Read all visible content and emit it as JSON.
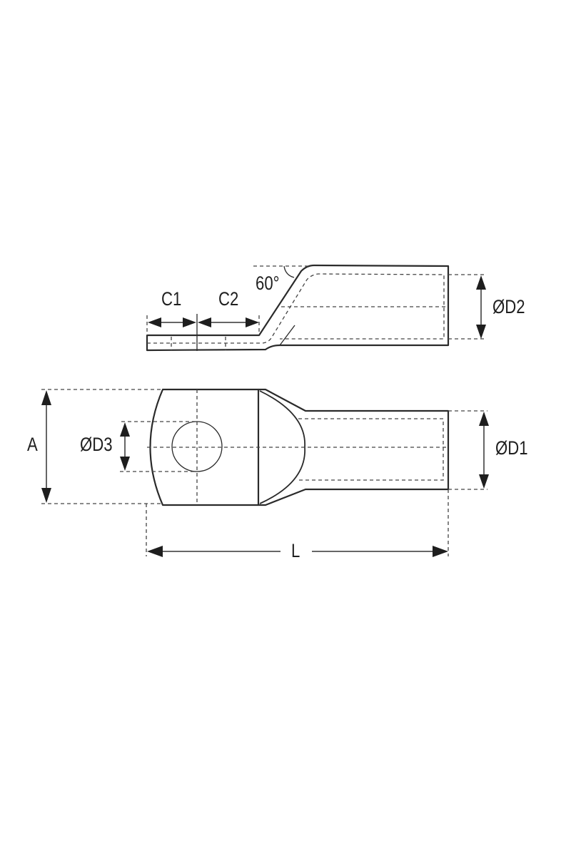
{
  "diagram": {
    "title": "Cable lug dimension drawing",
    "side_view": {
      "labels": {
        "c1": "C1",
        "c2": "C2",
        "angle": "60°",
        "d2": "ØD2"
      }
    },
    "top_view": {
      "labels": {
        "a": "A",
        "d3": "ØD3",
        "d1": "ØD1",
        "l": "L"
      }
    },
    "colors": {
      "line": "#2a2a2a",
      "background": "#ffffff"
    }
  }
}
